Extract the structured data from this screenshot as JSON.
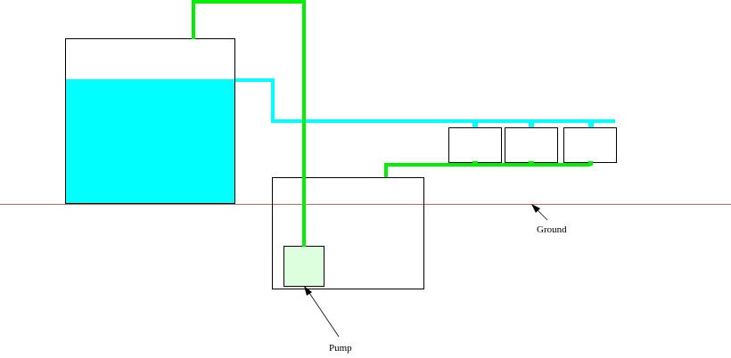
{
  "diagram": {
    "labels": {
      "pump": "Pump",
      "ground": "Ground"
    },
    "colors": {
      "water": "#00ffff",
      "return_pipe": "#00ee00",
      "ground_line": "#cc6666",
      "pump_fill": "#ddffdd",
      "outline": "#000000"
    },
    "components": [
      "storage-tank",
      "pump-reservoir",
      "pump",
      "grow-bed-1",
      "grow-bed-2",
      "grow-bed-3",
      "ground-line"
    ]
  }
}
